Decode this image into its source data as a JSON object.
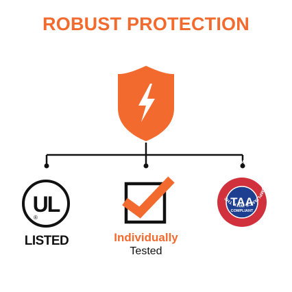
{
  "header": {
    "title": "ROBUST PROTECTION"
  },
  "badges": {
    "ul": {
      "mark": "UL",
      "registered": "®",
      "caption": "LISTED"
    },
    "tested": {
      "caption_line1": "Individually",
      "caption_line2": "Tested"
    },
    "taa": {
      "center_text": "TAA",
      "center_sub": "COMPLIANT",
      "ring_text": "TRADE AGREEMENTS ACT • IN COMPLIANCE WITH THE"
    }
  },
  "colors": {
    "accent": "#f26a2e",
    "dark": "#111111",
    "taa_blue": "#1e3f8f",
    "taa_red": "#d0313d"
  },
  "icons": {
    "shield": "shield-lightning-icon",
    "check": "checkbox-check-icon"
  }
}
